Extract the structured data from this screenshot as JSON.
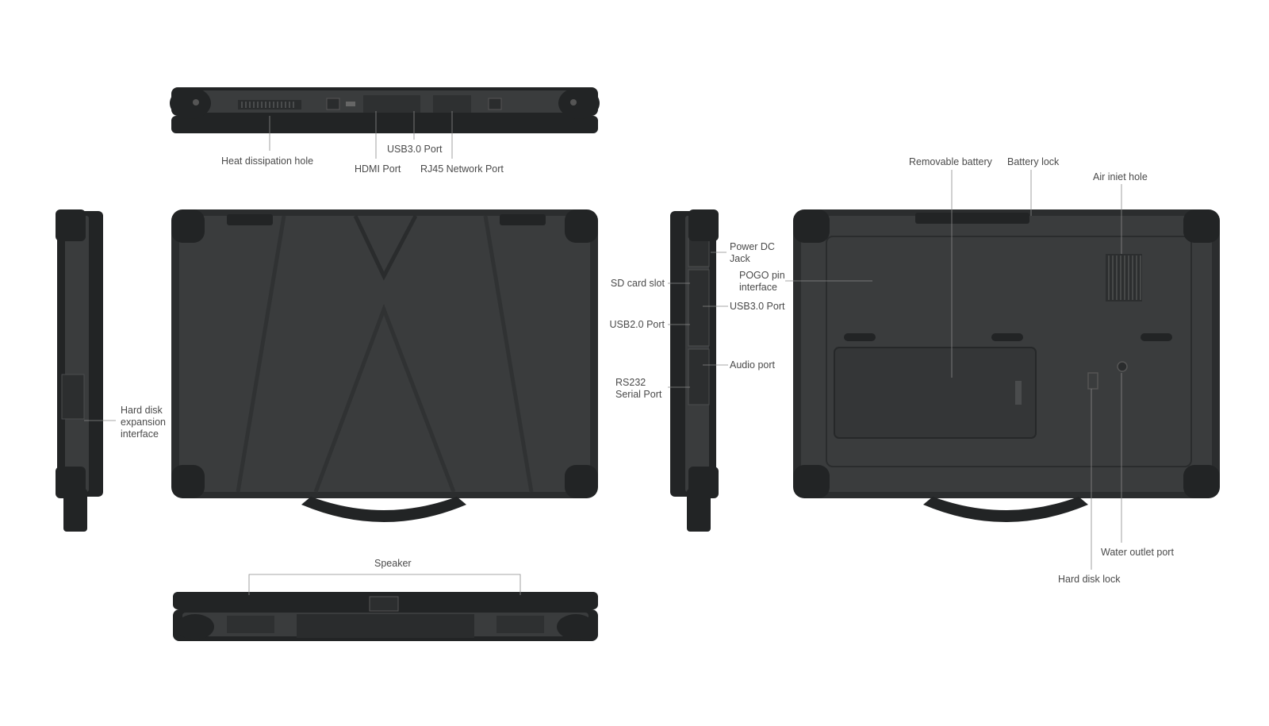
{
  "labels": {
    "heat_dissipation_hole": "Heat dissipation hole",
    "usb30_port_top": "USB3.0 Port",
    "hdmi_port": "HDMI Port",
    "rj45_network_port": "RJ45 Network Port",
    "hard_disk_expansion_interface": "Hard disk\nexpansion\ninterface",
    "power_dc_jack": "Power DC\nJack",
    "sd_card_slot": "SD card slot",
    "pogo_pin_interface": "POGO pin\ninterface",
    "usb30_port_side": "USB3.0 Port",
    "usb20_port": "USB2.0 Port",
    "audio_port": "Audio port",
    "rs232_serial_port": "RS232\nSerial Port",
    "removable_battery": "Removable battery",
    "battery_lock": "Battery lock",
    "air_inlet_hole": "Air iniet hole",
    "water_outlet_port": "Water outlet port",
    "hard_disk_lock": "Hard disk lock",
    "speaker": "Speaker"
  },
  "colors": {
    "device_body": "#3a3c3d",
    "device_dark": "#222425",
    "label_text": "#4a4a4a",
    "leader_line": "#8a8a8a"
  }
}
